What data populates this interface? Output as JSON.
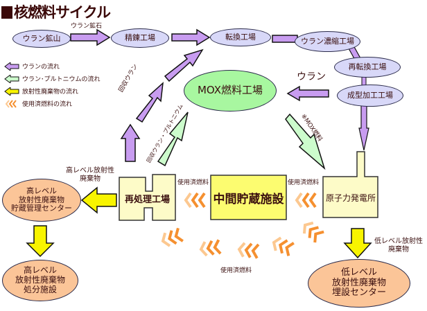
{
  "title": "核燃料サイクル",
  "facilities": {
    "uranium_mine": "ウラン鉱山",
    "refining_plant": "精錬工場",
    "conversion_plant": "転換工場",
    "enrichment_plant": "ウラン濃縮工場",
    "reconversion_plant": "再転換工場",
    "fabrication_plant": "成型加工工場",
    "mox_plant": "MOX燃料工場",
    "nuclear_power_plant": "原子力発電所",
    "interim_storage": "中間貯蔵施設",
    "reprocessing_plant": "再処理工場",
    "hlw_storage_center": [
      "高レベル",
      "放射性廃棄物",
      "貯蔵管理センター"
    ],
    "hlw_disposal": [
      "高レベル",
      "放射性廃棄物",
      "処分施設"
    ],
    "llw_disposal_center": [
      "低レベル",
      "放射性廃棄物",
      "埋設センター"
    ]
  },
  "flow_labels": {
    "uranium_ore": "ウラン鉱石",
    "uranium": "ウラン",
    "recovered_uranium": "回収ウラン",
    "recovered_u_pu": "回収ウラン・プルトニウム",
    "mox_fuel": "※MOX燃料",
    "spent_fuel_1": "使用済燃料",
    "spent_fuel_2": "使用済燃料",
    "spent_fuel_3": "使用済燃料",
    "hlw": [
      "高レベル放射性",
      "廃棄物"
    ],
    "llw": [
      "低レベル放射性",
      "廃棄物"
    ]
  },
  "legend": [
    {
      "icon": "purple-arrow-icon",
      "label": "ウランの流れ",
      "color": "#c89cf0"
    },
    {
      "icon": "green-arrow-icon",
      "label": "ウラン･プルトニウムの流れ",
      "color": "#ccfccc"
    },
    {
      "icon": "yellow-arrow-icon",
      "label": "放射性廃棄物の流れ",
      "color": "#f8f400"
    },
    {
      "icon": "orange-chevrons-icon",
      "label": "使用済燃料の流れ",
      "color": "#f59030"
    }
  ],
  "colors": {
    "uranium_flow": "#c89cf0",
    "u_pu_flow": "#ccfccc",
    "waste_flow": "#f8f400",
    "spent_fuel_flow": "#f59030",
    "spent_fuel_flow_light": "#fcc890",
    "facility_blue": "#d8d8f8",
    "facility_green": "#a8f7a0",
    "facility_orange": "#fbc598",
    "box_light_yellow": "#fdfbc8",
    "box_yellow": "#fcfc70"
  }
}
